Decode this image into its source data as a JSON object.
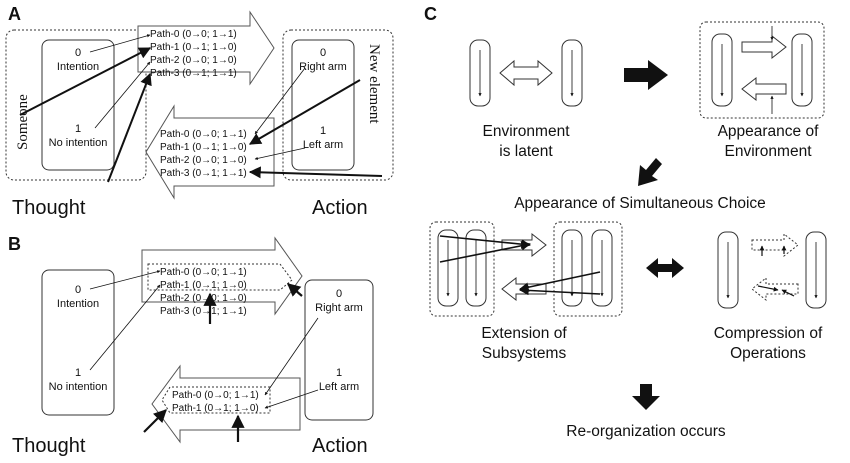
{
  "panel_a": {
    "letter": "A",
    "thought_label": "Thought",
    "action_label": "Action",
    "someone_label": "Someone",
    "new_element_label": "New element",
    "thought_box": {
      "top_value": "0",
      "top_text": "Intention",
      "bottom_value": "1",
      "bottom_text": "No intention"
    },
    "action_box": {
      "top_value": "0",
      "top_text": "Right arm",
      "bottom_value": "1",
      "bottom_text": "Left arm"
    },
    "upper_paths": [
      "Path-0 (0→0; 1→1)",
      "Path-1 (0→1; 1→0)",
      "Path-2 (0→0; 1→0)",
      "Path-3 (0→1; 1→1)"
    ],
    "lower_paths": [
      "Path-0 (0→0; 1→1)",
      "Path-1 (0→1; 1→0)",
      "Path-2 (0→0; 1→0)",
      "Path-3 (0→1; 1→1)"
    ]
  },
  "panel_b": {
    "letter": "B",
    "thought_label": "Thought",
    "action_label": "Action",
    "thought_box": {
      "top_value": "0",
      "top_text": "Intention",
      "bottom_value": "1",
      "bottom_text": "No intention"
    },
    "action_box": {
      "top_value": "0",
      "top_text": "Right arm",
      "bottom_value": "1",
      "bottom_text": "Left arm"
    },
    "upper_paths": [
      "Path-0 (0→0; 1→1)",
      "Path-1 (0→1; 1→0)",
      "Path-2 (0→0; 1→0)",
      "Path-3 (0→1; 1→1)"
    ],
    "lower_paths": [
      "Path-0 (0→0; 1→1)",
      "Path-1 (0→1; 1→0)"
    ]
  },
  "panel_c": {
    "letter": "C",
    "env_latent_line1": "Environment",
    "env_latent_line2": "is latent",
    "appearance_env_line1": "Appearance of",
    "appearance_env_line2": "Environment",
    "simultaneous_choice": "Appearance of Simultaneous Choice",
    "extension_line1": "Extension of",
    "extension_line2": "Subsystems",
    "compression_line1": "Compression of",
    "compression_line2": "Operations",
    "reorganization": "Re-organization occurs"
  }
}
